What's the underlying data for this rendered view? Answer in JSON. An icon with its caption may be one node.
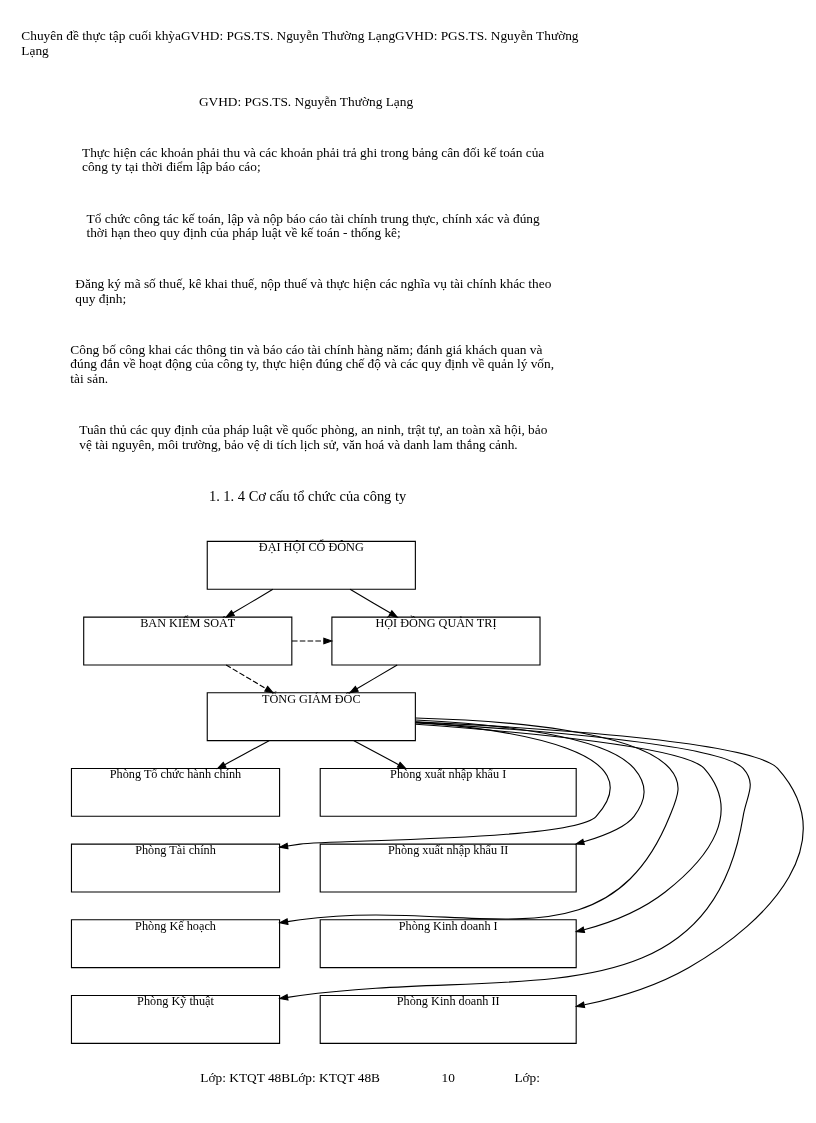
{
  "diagram": {
    "nodes": [
      {
        "text": [
          "ĐẠI HỘI CỔ ĐÔNG"
        ]
      },
      {
        "text": [
          "HỘI ĐỒNG QUẢN TRỊ"
        ]
      },
      {
        "text": [
          "BAN KIỂM SOÁT"
        ]
      },
      {
        "text": [
          "TỔNG GIÁM ĐỐC"
        ]
      },
      {
        "text": [
          "Phòng Tổ chức hành chính"
        ]
      },
      {
        "text": [
          "Phòng xuất nhập khẩu I"
        ]
      },
      {
        "text": [
          "Phòng Tài chính"
        ]
      },
      {
        "text": [
          "Phòng xuất nhập khẩu II"
        ]
      },
      {
        "text": [
          "Phòng Kế hoạch"
        ]
      },
      {
        "text": [
          "Phòng Kinh doanh I"
        ]
      },
      {
        "text": [
          "Phòng Kỹ thuật"
        ]
      },
      {
        "text": [
          "Phòng Kinh doanh II"
        ]
      }
    ],
    "edges": [
      {
        "from": 0,
        "to": 1,
        "arrow": "to"
      },
      {
        "from": 0,
        "to": 2,
        "arrow": "to"
      },
      {
        "from": 2,
        "to": 1,
        "arrow": "to",
        "style": "dashed"
      },
      {
        "from": 1,
        "to": 3,
        "arrow": "to"
      },
      {
        "from": 2,
        "to": 3,
        "arrow": "to",
        "style": "dashed"
      },
      {
        "from": 3,
        "to": 4,
        "arrow": "to"
      },
      {
        "from": 3,
        "to": 6,
        "arrow": "to"
      },
      {
        "from": 3,
        "to": 8,
        "arrow": "to"
      },
      {
        "from": 3,
        "to": 10,
        "arrow": "to"
      },
      {
        "from": 3,
        "to": 5,
        "arrow": "to"
      },
      {
        "from": 3,
        "to": 7,
        "arrow": "to"
      },
      {
        "from": 3,
        "to": 9,
        "arrow": "to"
      },
      {
        "from": 3,
        "to": 11,
        "arrow": "to"
      }
    ],
    "labels": [
      "Chuyên đề thực tập cuối khỳaGVHD: PGS.TS. Nguyễn Thường LạngGVHD: PGS.TS. Nguyễn Thường Lạng",
      "GVHD: PGS.TS. Nguyễn Thường Lạng",
      "Thực hiện các khoản phải thu và các khoản phải trả ghi trong bảng cân đối kế toán của công ty tại thời điểm lập báo cáo;",
      "Tổ chức công tác kế toán, lập và nộp báo cáo tài chính trung thực, chính xác và đúng thời hạn theo quy định của pháp luật về kế toán - thống kê;",
      "Đăng ký mã số thuế, kê khai thuế, nộp thuế và thực hiện các nghĩa vụ tài chính khác theo quy định;",
      "Công bố công khai các thông tin và báo cáo tài chính hàng năm; đánh giá khách quan và đúng đắn về hoạt động của công ty, thực hiện đúng chế độ và các quy định về quản lý vốn, tài sản.",
      "Tuân thủ các quy định của pháp luật về quốc phòng, an ninh, trật tự, an toàn xã hội, bảo vệ tài nguyên, môi trường, bảo vệ di tích lịch sử, văn hoá và danh lam thắng cảnh.",
      "1. 1. 4 Cơ cấu tổ chức của công ty",
      "Lớp: KTQT 48BLớp: KTQT 48B",
      "10",
      "Lớp:"
    ]
  }
}
